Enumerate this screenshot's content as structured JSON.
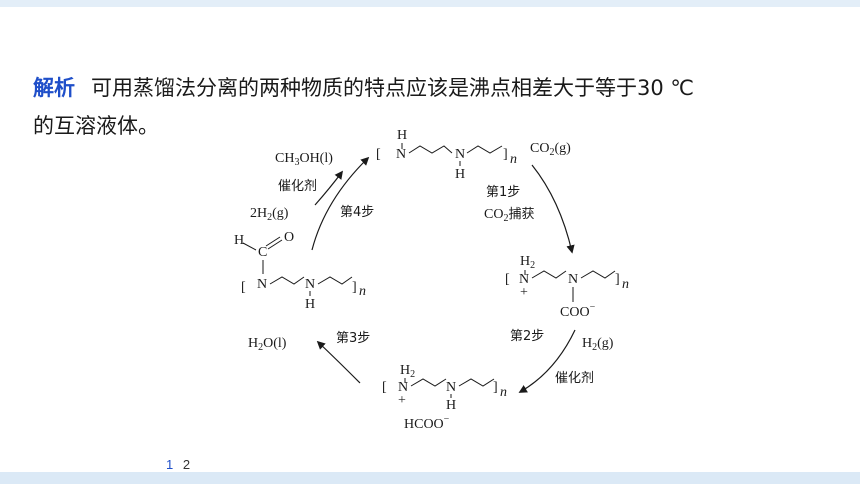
{
  "explanation": {
    "keyword": "解析",
    "line1": "可用蒸馏法分离的两种物质的特点应该是沸点相差大于等于30 ℃",
    "line2": "的互溶液体。"
  },
  "diagram": {
    "top": {
      "nh_top": "H",
      "n_left": "N",
      "n_mid": "N",
      "h_mid": "H",
      "sub_n": "n"
    },
    "right": {
      "h2": "H",
      "h2_sub": "2",
      "n_plus": "N",
      "plus": "+",
      "n2": "N",
      "sub_n": "n",
      "coo": "COO",
      "minus": "−"
    },
    "bottom": {
      "h2": "H",
      "h2_sub": "2",
      "n_plus": "N",
      "plus": "+",
      "n2": "N",
      "h": "H",
      "sub_n": "n",
      "hcoo": "HCOO",
      "minus": "−"
    },
    "left": {
      "h": "H",
      "c": "C",
      "o": "O",
      "n1": "N",
      "n2": "N",
      "h2": "H",
      "sub_n": "n"
    },
    "step1": {
      "label": "第1步",
      "desc": "捕获",
      "reagent_prefix": "CO",
      "reagent_sub": "2",
      "reagent_suffix": "(g)",
      "desc_prefix": "CO",
      "desc_sub": "2"
    },
    "step2": {
      "label": "第2步",
      "reagent_prefix": "H",
      "reagent_sub": "2",
      "reagent_suffix": "(g)",
      "catalyst": "催化剂"
    },
    "step3": {
      "label": "第3步",
      "product_prefix": "H",
      "product_sub": "2",
      "product_suffix": "O(l)"
    },
    "step4": {
      "label": "第4步",
      "reagent_prefix": "2H",
      "reagent_sub": "2",
      "reagent_suffix": "(g)",
      "catalyst": "催化剂",
      "product_prefix": "CH",
      "product_sub": "3",
      "product_suffix": "OH(l)"
    }
  },
  "pagination": {
    "items": [
      "1",
      "2"
    ],
    "current": "1"
  },
  "colors": {
    "accent": "#1f4fc9",
    "band": "#dbe9f6"
  }
}
